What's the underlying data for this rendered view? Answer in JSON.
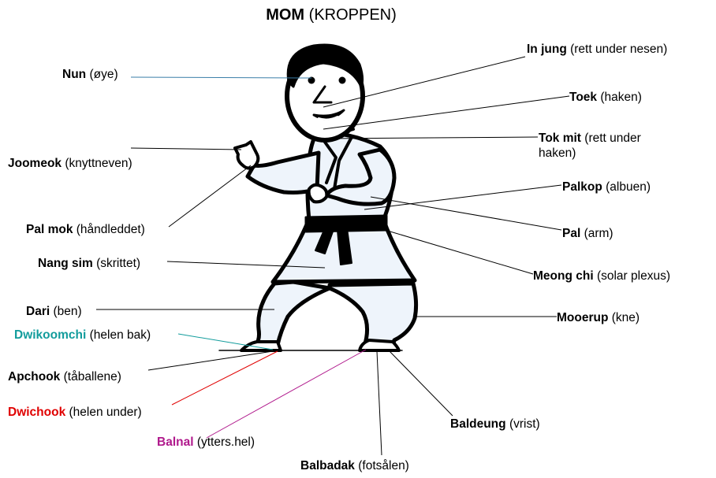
{
  "title": {
    "bold": "MOM",
    "normal": "(KROPPEN)"
  },
  "colors": {
    "black": "#000000",
    "teal": "#129c9c",
    "red": "#e00000",
    "magenta": "#b0198c",
    "blue_line": "#3a7ea8"
  },
  "labels": {
    "nun": {
      "term": "Nun",
      "gloss": "(øye)"
    },
    "in_jung": {
      "term": "In jung",
      "gloss": "(rett under nesen)"
    },
    "toek": {
      "term": "Toek",
      "gloss": "(haken)"
    },
    "tok_mit": {
      "term": "Tok mit",
      "gloss": "(rett under",
      "gloss2": "haken)"
    },
    "joomeok": {
      "term": "Joomeok",
      "gloss": "(knyttneven)"
    },
    "palkop": {
      "term": "Palkop",
      "gloss": "(albuen)"
    },
    "pal_mok": {
      "term": "Pal mok",
      "gloss": "(håndleddet)"
    },
    "pal": {
      "term": "Pal",
      "gloss": "(arm)"
    },
    "nang_sim": {
      "term": "Nang sim",
      "gloss": "(skrittet)"
    },
    "meong_chi": {
      "term": "Meong chi",
      "gloss": "(solar plexus)"
    },
    "dari": {
      "term": "Dari",
      "gloss": "(ben)"
    },
    "mooerup": {
      "term": "Mooerup",
      "gloss": "(kne)"
    },
    "dwikoomchi": {
      "term": "Dwikoomchi",
      "gloss": "(helen bak)"
    },
    "apchook": {
      "term": "Apchook",
      "gloss": "(tåballene)"
    },
    "dwichook": {
      "term": "Dwichook",
      "gloss": "(helen under)"
    },
    "baldeung": {
      "term": "Baldeung",
      "gloss": "(vrist)"
    },
    "balnal": {
      "term": "Balnal",
      "gloss": "(ytters.hel)"
    },
    "balbadak": {
      "term": "Balbadak",
      "gloss": "(fotsålen)"
    }
  }
}
